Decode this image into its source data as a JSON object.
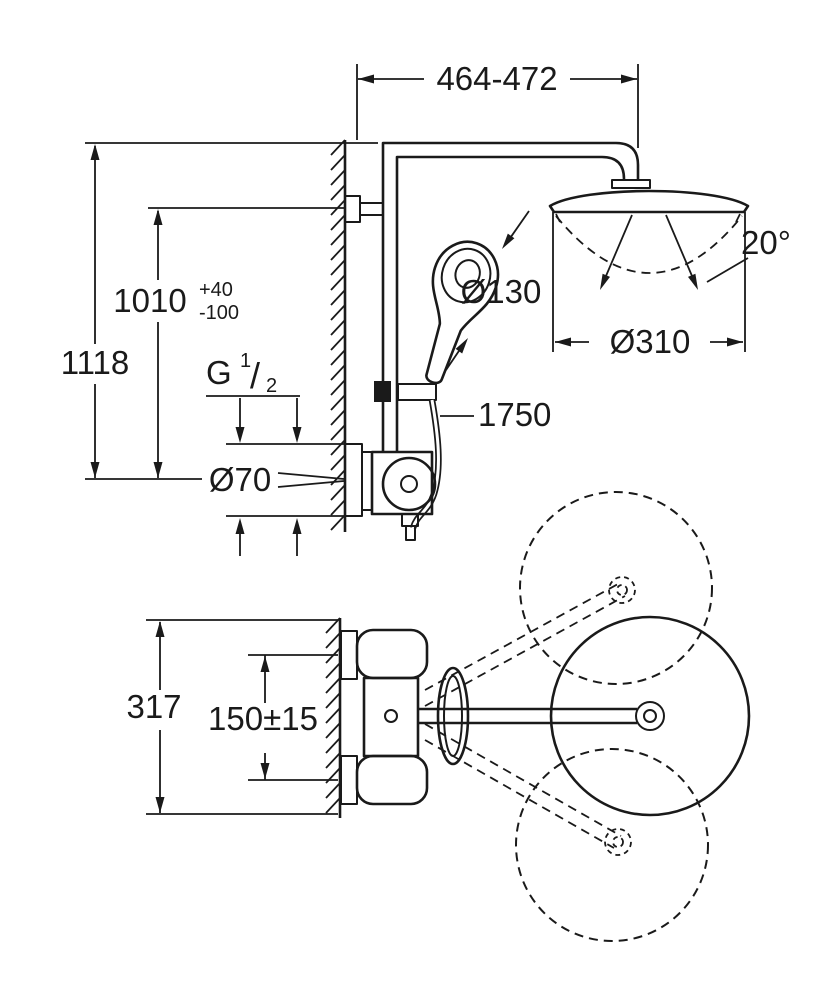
{
  "colors": {
    "line": "#1a1a1a",
    "background": "#ffffff"
  },
  "dims": {
    "width_range": "464-472",
    "total_height": "1118",
    "install_height": "1010",
    "install_tol_plus": "+40",
    "install_tol_minus": "-100",
    "thread_g": "G",
    "thread_num": "1",
    "thread_slash": "/",
    "thread_den": "2",
    "escutcheon_dia": "Ø70",
    "handshower_dia": "Ø130",
    "spray_angle": "20°",
    "headshower_dia": "Ø310",
    "hose_length": "1750",
    "depth": "317",
    "supply_distance": "150±15"
  }
}
